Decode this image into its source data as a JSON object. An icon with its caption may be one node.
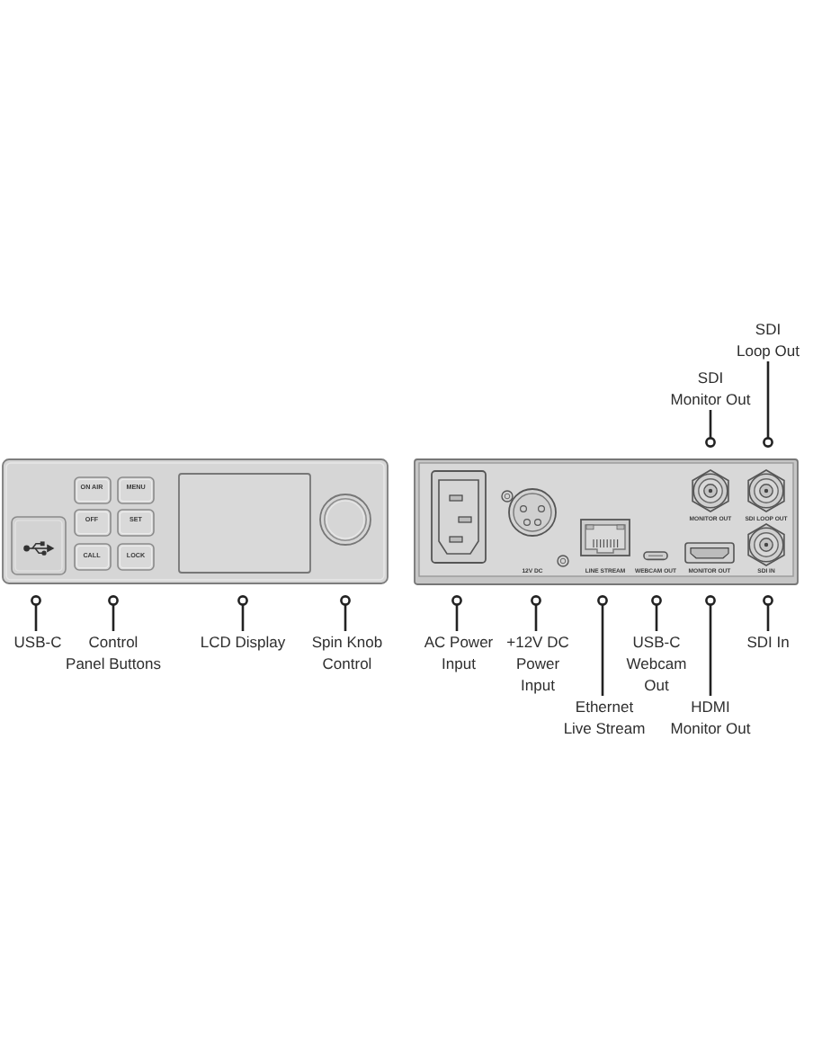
{
  "diagram": {
    "nodes": [
      {
        "text": [
          "SDI Loop Out"
        ]
      },
      {
        "text": [
          "SDI Monitor Out"
        ]
      },
      {
        "text": [],
        "shape": "picture"
      },
      {
        "text": [],
        "shape": "picture"
      },
      {
        "text": [
          "USB-C"
        ]
      },
      {
        "text": [
          "Control Panel Buttons"
        ]
      },
      {
        "text": [
          "LCD Display"
        ]
      },
      {
        "text": [
          "Spin Knob Control"
        ]
      },
      {
        "text": [
          "AC Power Input"
        ]
      },
      {
        "text": [
          "+12V DC Power Input"
        ]
      },
      {
        "text": [
          "Ethernet Live Stream"
        ]
      },
      {
        "text": [
          "USB-C Webcam Out"
        ]
      },
      {
        "text": [
          "HDMI Monitor Out"
        ]
      },
      {
        "text": [
          "SDI In"
        ]
      }
    ],
    "edges": [
      {
        "from": 0,
        "to": 3,
        "arrow": "other"
      },
      {
        "from": 1,
        "to": 3,
        "arrow": "other"
      },
      {
        "from": 4,
        "to": 2,
        "arrow": "other"
      },
      {
        "from": 5,
        "to": 2,
        "arrow": "other"
      },
      {
        "from": 6,
        "to": 2,
        "arrow": "other"
      },
      {
        "from": 7,
        "to": 2,
        "arrow": "other"
      },
      {
        "from": 8,
        "to": 3,
        "arrow": "other"
      },
      {
        "from": 9,
        "to": 3,
        "arrow": "other"
      },
      {
        "from": 10,
        "to": 3,
        "arrow": "other"
      },
      {
        "from": 11,
        "to": 3,
        "arrow": "other"
      },
      {
        "from": 12,
        "to": 3,
        "arrow": "other"
      },
      {
        "from": 13,
        "to": 3,
        "arrow": "other"
      }
    ],
    "labels": [
      "ON AIR",
      "MENU",
      "OFF",
      "SET",
      "CALL",
      "LOCK",
      "MONITOR OUT",
      "SDI LOOP OUT",
      "12V DC",
      "LINE STREAM",
      "WEBCAM OUT",
      "MONITOR OUT",
      "SDI IN"
    ]
  }
}
